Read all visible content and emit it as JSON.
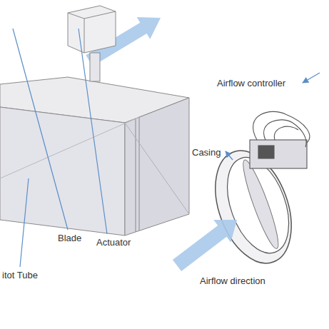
{
  "diagram": {
    "labels": [
      "Airflow controller",
      "Casing",
      "Blade",
      "Actuator",
      "itot Tube",
      "Airflow direction"
    ]
  }
}
